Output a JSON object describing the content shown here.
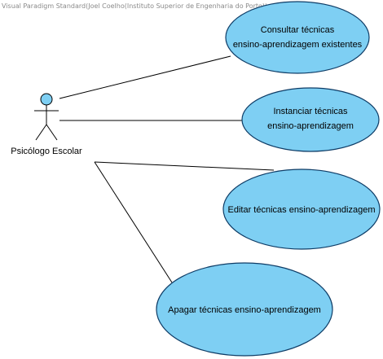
{
  "watermark": "Visual Paradigm Standard(Joel Coelho(Instituto Superior de Engenharia do Porto))",
  "actor": {
    "name": "Psicólogo Escolar"
  },
  "use_cases": [
    {
      "lines": [
        "Consultar técnicas",
        "ensino-aprendizagem existentes"
      ]
    },
    {
      "lines": [
        "Instanciar técnicas",
        "ensino-aprendizagem"
      ]
    },
    {
      "lines": [
        "Editar técnicas ensino-aprendizagem"
      ]
    },
    {
      "lines": [
        "Apagar técnicas ensino-aprendizagem"
      ]
    }
  ],
  "colors": {
    "use_case_fill": "#7ecff3",
    "use_case_stroke": "#0e3c66",
    "line": "#000000"
  }
}
